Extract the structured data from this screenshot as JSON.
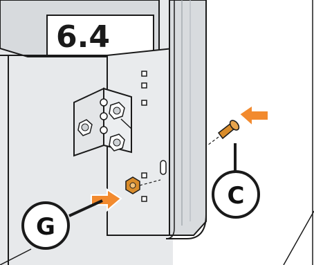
{
  "step_label": "6.4",
  "callouts": {
    "c": "C",
    "g": "G"
  },
  "colors": {
    "arrow": "#f28a2e",
    "nut": "#d98c2b",
    "panel": "#e6e8ea",
    "wall": "#e4e6e8",
    "outline": "#1a1a1a"
  }
}
